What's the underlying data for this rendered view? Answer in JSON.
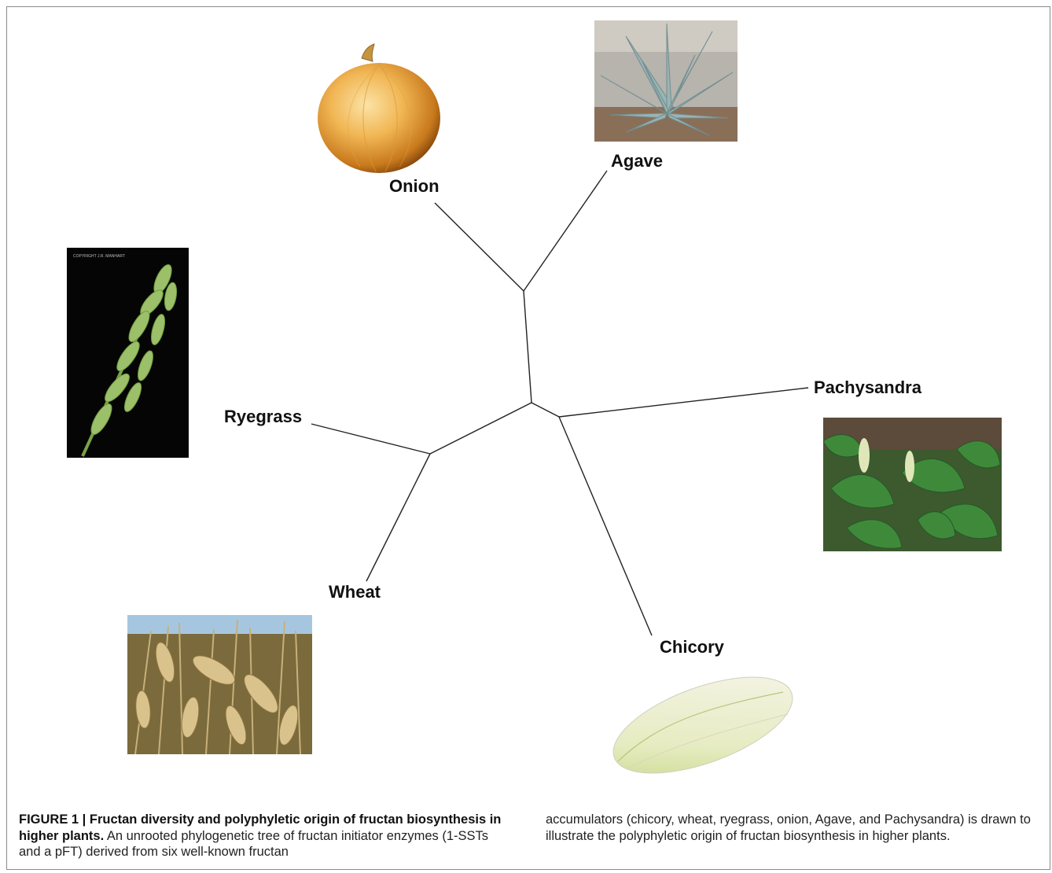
{
  "figure": {
    "caption_title": "FIGURE 1 | Fructan diversity and polyphyletic origin of fructan biosynthesis in higher plants.",
    "caption_body_left": " An unrooted phylogenetic tree of fructan initiator enzymes (1-SSTs and a pFT) derived from six well-known fructan",
    "caption_body_right": "accumulators (chicory, wheat, ryegrass, onion, Agave, and Pachysandra) is drawn to illustrate the polyphyletic origin of fructan biosynthesis in higher plants."
  },
  "tree": {
    "type": "unrooted-phylogenetic-tree",
    "leaves": {
      "onion": "Onion",
      "agave": "Agave",
      "pachysandra": "Pachysandra",
      "chicory": "Chicory",
      "wheat": "Wheat",
      "ryegrass": "Ryegrass"
    },
    "copyright_text": "COPYRIGHT J.R. MANHART",
    "line_color": "#222222"
  },
  "photos": {
    "onion": "onion-photo",
    "agave": "agave-photo",
    "ryegrass": "ryegrass-photo",
    "pachysandra": "pachysandra-photo",
    "wheat": "wheat-photo",
    "chicory": "chicory-photo"
  }
}
